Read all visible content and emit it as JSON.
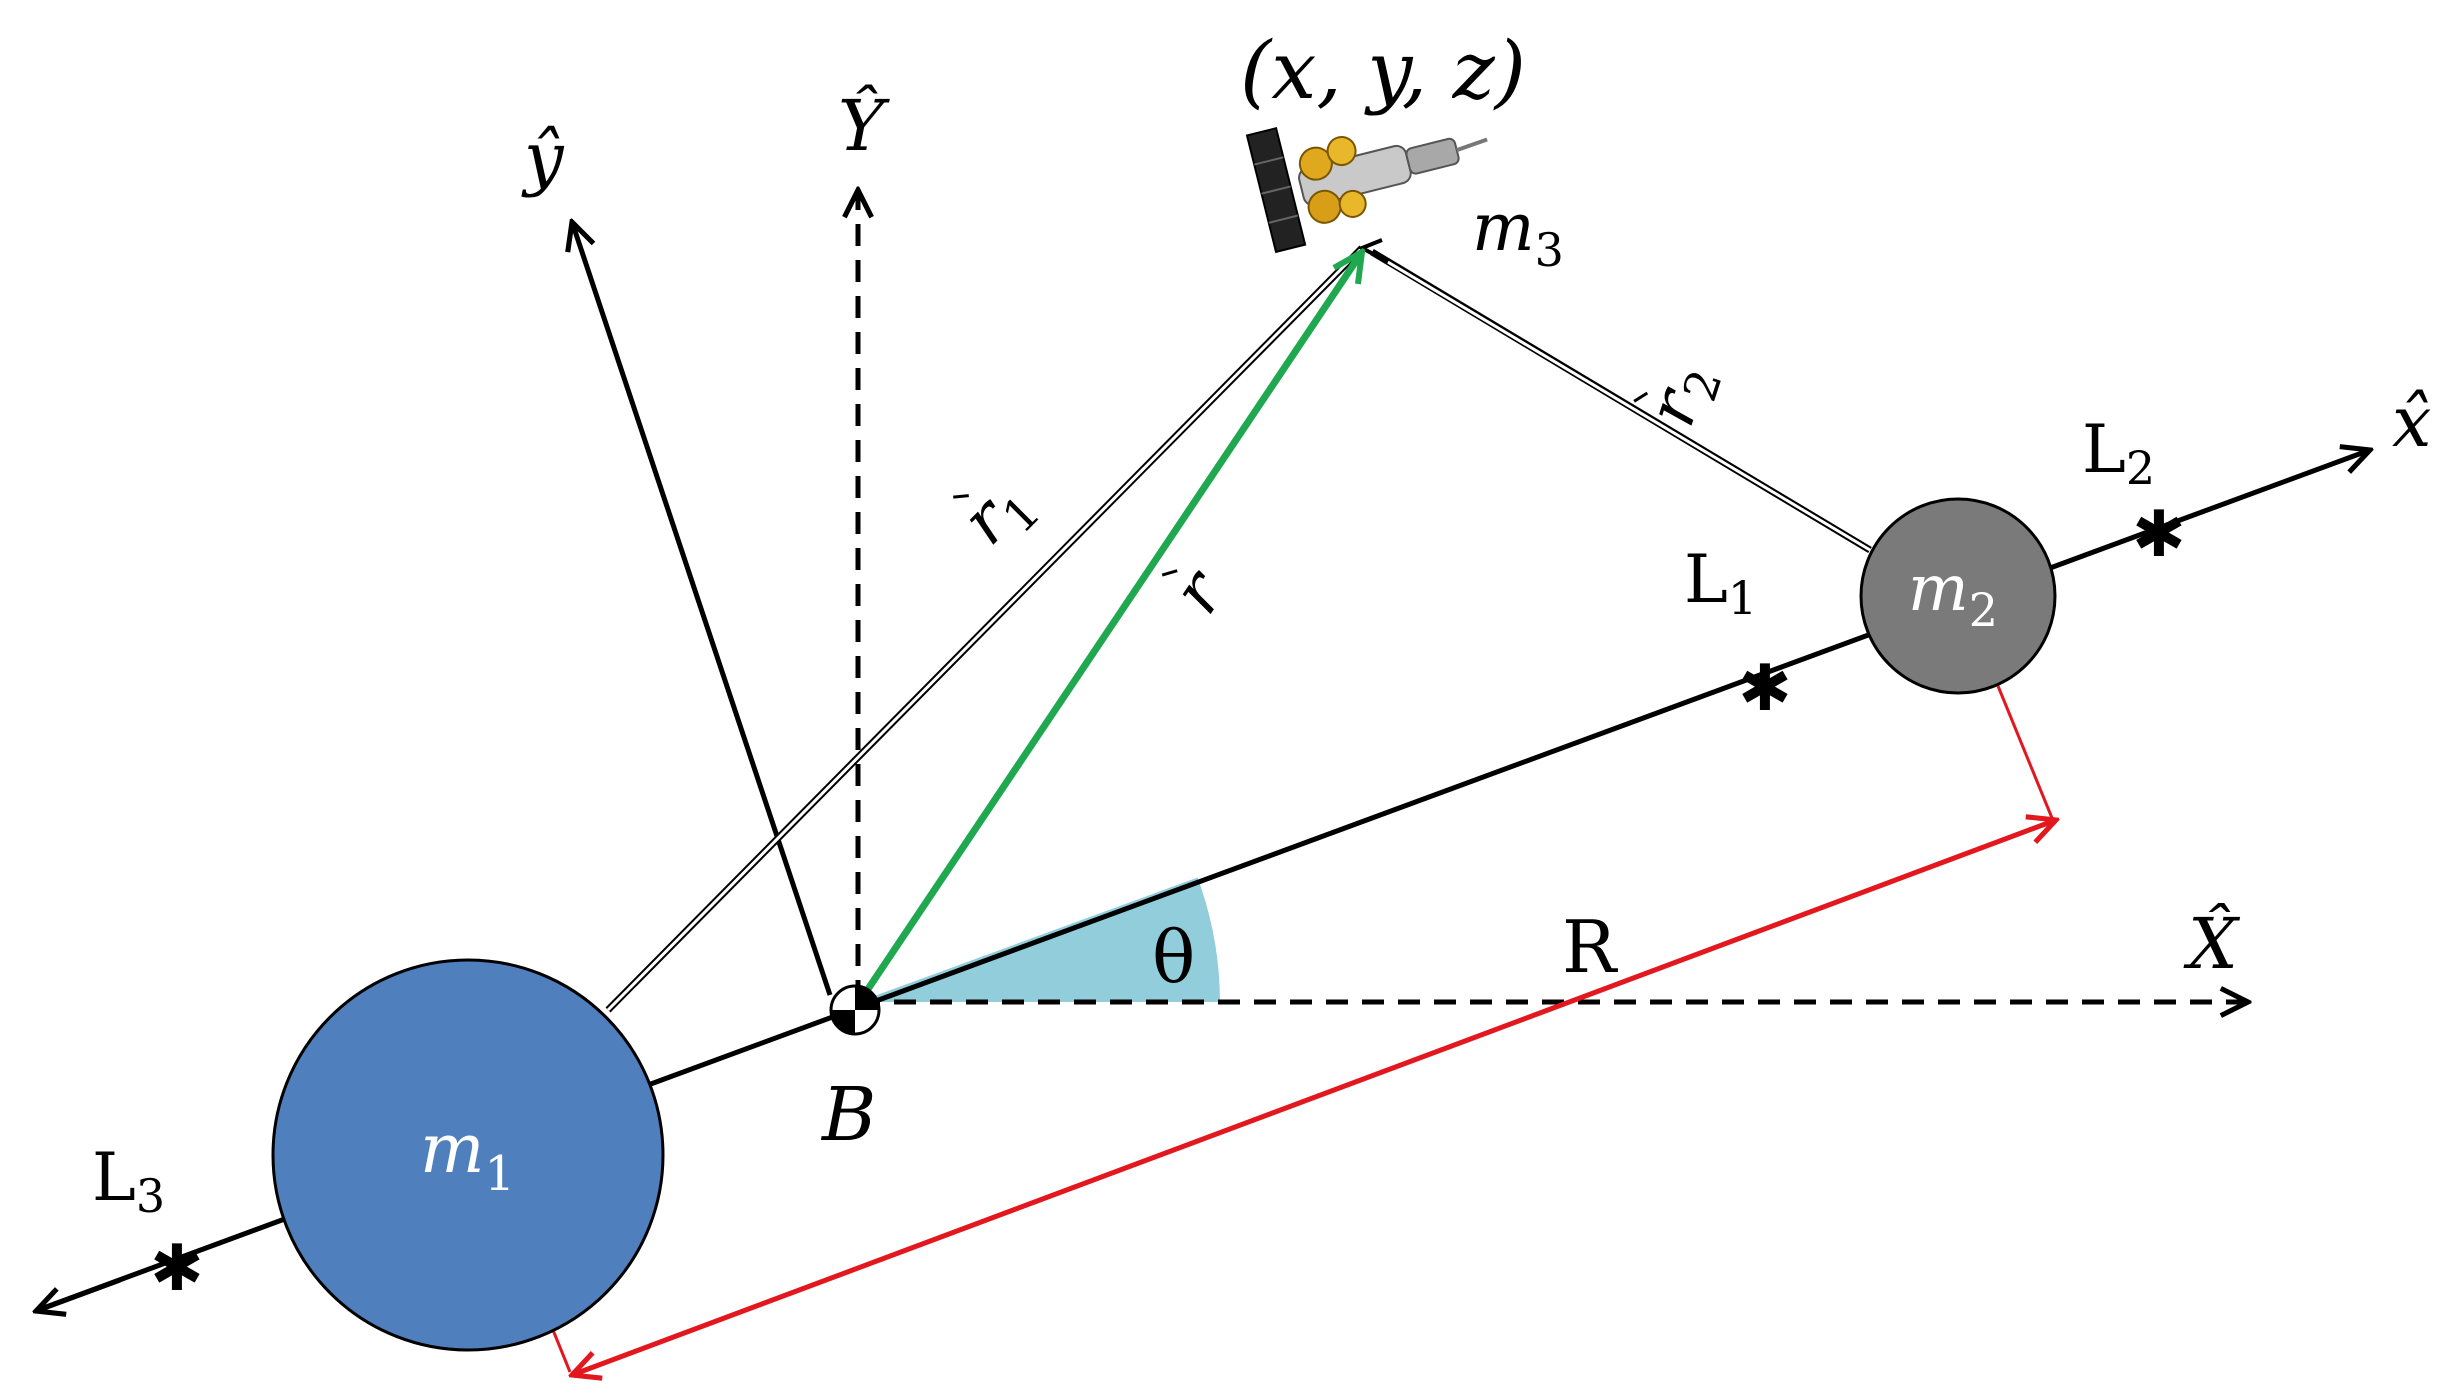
{
  "labels": {
    "coordinates": "(x, y, z)",
    "Y_axis": "Ŷ",
    "y_axis": "ŷ",
    "x_axis": "x̂",
    "X_axis": "X̂",
    "m3_letter": "m",
    "m3_sub": "3",
    "m1_letter": "m",
    "m1_sub": "1",
    "m2_letter": "m",
    "m2_sub": "2",
    "r1_letter": "r",
    "r1_sub": "1",
    "r2_letter": "r",
    "r2_sub": "2",
    "r_letter": "r",
    "L1_letter": "L",
    "L1_sub": "1",
    "L2_letter": "L",
    "L2_sub": "2",
    "L3_letter": "L",
    "L3_sub": "3",
    "theta": "θ",
    "R": "R",
    "B": "B",
    "star": "✱"
  },
  "colors": {
    "m1_fill": "#4f7fbd",
    "m2_fill": "#7a7a7a",
    "r_vector": "#1fa84f",
    "distance": "#e3181f",
    "theta_wedge": "#92cddb",
    "line": "#000000",
    "mass_text": "#ffffff"
  },
  "icons": {
    "spacecraft": "spacecraft-icon",
    "barycenter": "barycenter-icon"
  }
}
